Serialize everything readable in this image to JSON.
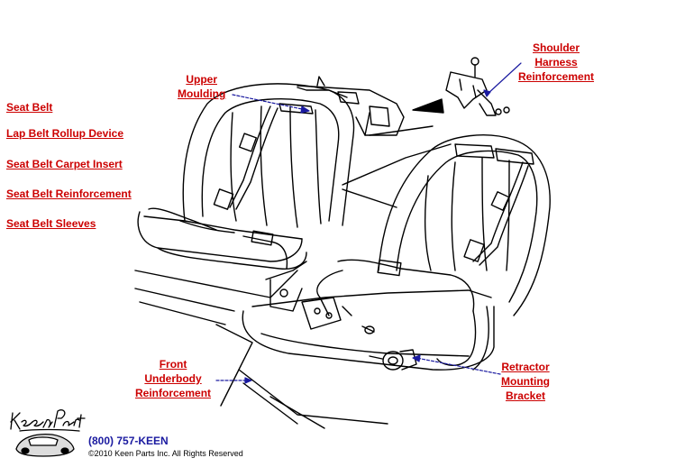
{
  "sidebar": {
    "links": [
      {
        "label": "Seat Belt"
      },
      {
        "label": "Lap Belt Rollup Device"
      },
      {
        "label": "Seat Belt Carpet Insert"
      },
      {
        "label": "Seat Belt Reinforcement"
      },
      {
        "label": "Seat Belt Sleeves"
      }
    ]
  },
  "callouts": {
    "upper_moulding": [
      "Upper",
      "Moulding"
    ],
    "shoulder_harness": [
      "Shoulder",
      "Harness",
      "Reinforcement"
    ],
    "front_underbody": [
      "Front",
      "Underbody",
      "Reinforcement"
    ],
    "retractor": [
      "Retractor",
      "Mounting",
      "Bracket"
    ]
  },
  "footer": {
    "logo_text": "Keen Parts",
    "phone": "(800) 757-KEEN",
    "copyright": "©2010 Keen Parts Inc. All Rights Reserved"
  },
  "colors": {
    "link": "#cc0000",
    "pointer": "#1a1aa0",
    "line": "#000000"
  }
}
